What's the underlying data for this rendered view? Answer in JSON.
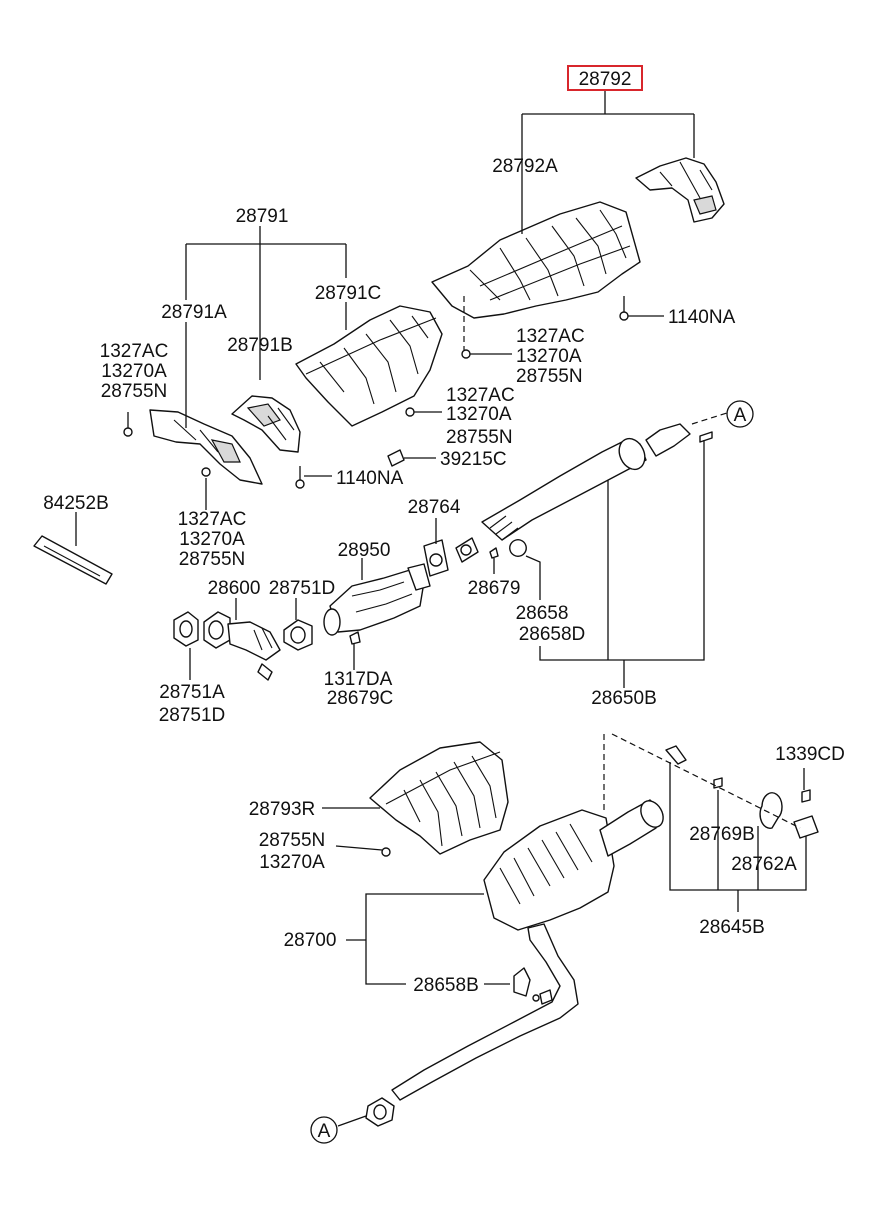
{
  "labels": {
    "p28792": "28792",
    "p28792A": "28792A",
    "p1140NA_top": "1140NA",
    "p1327AC_a": "1327AC",
    "p13270A_a": "13270A",
    "p28755N_a": "28755N",
    "p28791": "28791",
    "p28791C": "28791C",
    "p28791A": "28791A",
    "p28791B": "28791B",
    "p1327AC_b": "1327AC",
    "p13270A_b": "13270A",
    "p28755N_b": "28755N",
    "p1327AC_c": "1327AC",
    "p13270A_c": "13270A",
    "p28755N_c": "28755N",
    "p1140NA_mid": "1140NA",
    "p39215C": "39215C",
    "p1327AC_d": "1327AC",
    "p13270A_d": "13270A",
    "p28755N_d": "28755N",
    "p84252B": "84252B",
    "p28764": "28764",
    "p28950": "28950",
    "p28600": "28600",
    "p28751D_top": "28751D",
    "p28679": "28679",
    "p28658": "28658",
    "p28658D": "28658D",
    "p28751A": "28751A",
    "p28751D_bot": "28751D",
    "p1317DA": "1317DA",
    "p28679C": "28679C",
    "p28650B": "28650B",
    "p1339CD": "1339CD",
    "p28793R": "28793R",
    "p28755N_e": "28755N",
    "p13270A_e": "13270A",
    "p28769B": "28769B",
    "p28762A": "28762A",
    "p28645B": "28645B",
    "p28700": "28700",
    "p28658B": "28658B",
    "ref_a_top": "A",
    "ref_a_bottom": "A"
  },
  "colors": {
    "highlight": "#d8262c",
    "line": "#111111"
  }
}
